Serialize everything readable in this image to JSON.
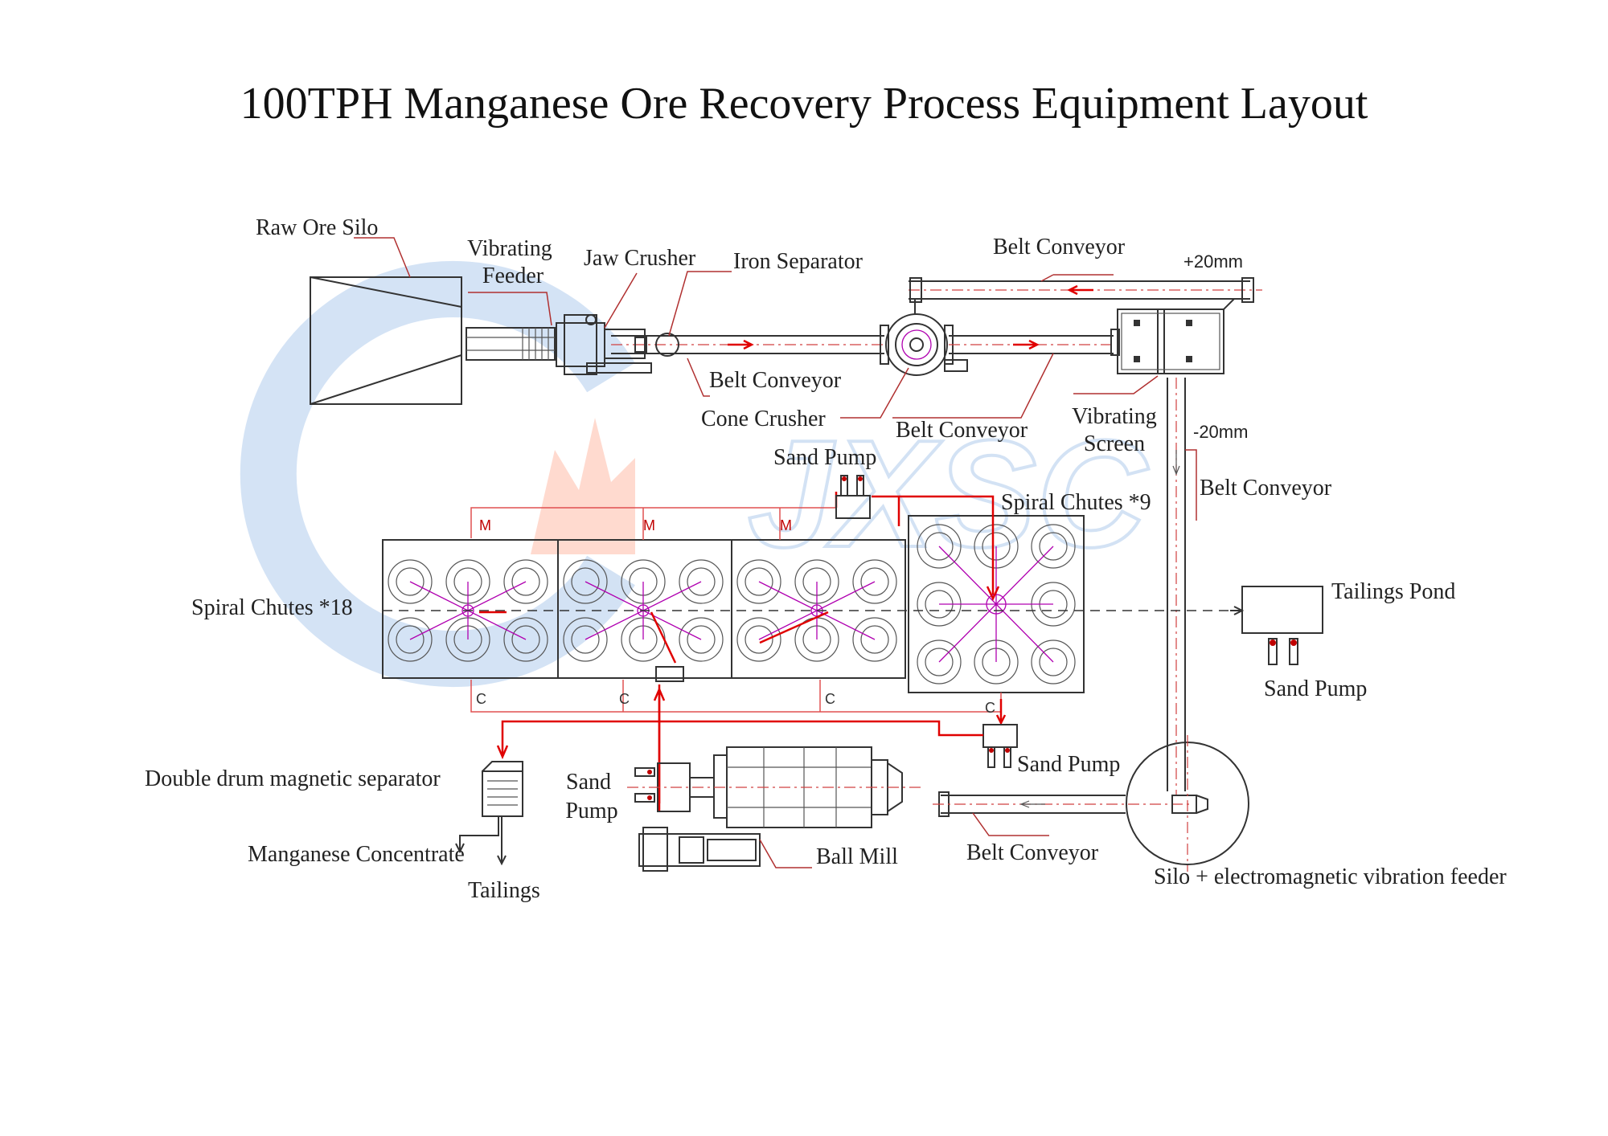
{
  "title": "100TPH Manganese Ore Recovery Process Equipment Layout",
  "labels": {
    "raw_ore_silo": "Raw Ore Silo",
    "vibrating_feeder_1": "Vibrating",
    "vibrating_feeder_2": "Feeder",
    "jaw_crusher": "Jaw Crusher",
    "iron_separator": "Iron Separator",
    "belt_conveyor_top": "Belt Conveyor",
    "size_plus": "+20mm",
    "belt_conveyor_1": "Belt Conveyor",
    "cone_crusher": "Cone Crusher",
    "belt_conveyor_2": "Belt Conveyor",
    "vibrating_screen_1": "Vibrating",
    "vibrating_screen_2": "Screen",
    "size_minus": "-20mm",
    "sand_pump_top": "Sand Pump",
    "spiral_chutes_9": "Spiral Chutes *9",
    "belt_conveyor_right": "Belt Conveyor",
    "spiral_chutes_18": "Spiral Chutes *18",
    "tailings_pond": "Tailings Pond",
    "sand_pump_right": "Sand Pump",
    "double_drum": "Double drum magnetic separator",
    "sand_pump_left_1": "Sand",
    "sand_pump_left_2": "Pump",
    "sand_pump_mid": "Sand Pump",
    "manganese_concentrate": "Manganese Concentrate",
    "tailings": "Tailings",
    "ball_mill": "Ball Mill",
    "belt_conveyor_bottom": "Belt Conveyor",
    "silo_feeder": "Silo + electromagnetic vibration feeder"
  },
  "tags": {
    "m": "M",
    "c": "C"
  },
  "watermark": "JXSC",
  "colors": {
    "flow": "#e00000",
    "leader": "#b03030",
    "spiral": "#b000b0",
    "equipment": "#333333"
  }
}
